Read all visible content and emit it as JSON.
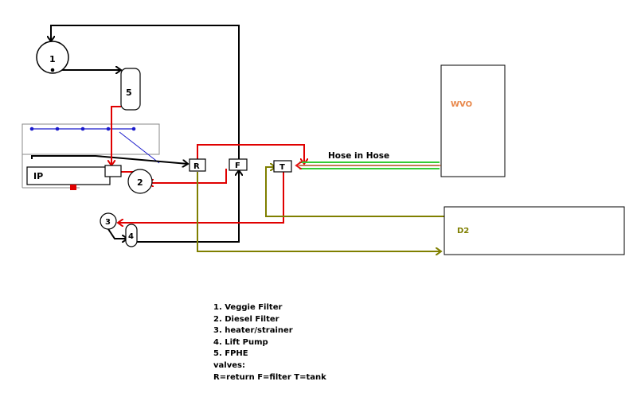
{
  "labels": {
    "component_1": "1",
    "component_2": "2",
    "component_3": "3",
    "component_4": "4",
    "component_5": "5",
    "injection_pump": "IP",
    "valve_return": "R",
    "valve_filter": "F",
    "valve_tank": "T",
    "hose_in_hose": "Hose in Hose",
    "wvo_tank": "WVO",
    "d2_tank": "D2"
  },
  "legend": [
    "1.  Veggie Filter",
    "2.  Diesel Filter",
    "3.  heater/strainer",
    "4.  Lift Pump",
    "5.  FPHE",
    "valves:",
    "R=return F=filter T=tank"
  ],
  "colors": {
    "veggie_line": "#000000",
    "diesel_line": "#e00000",
    "return_line": "#7f7f00",
    "hose_green": "#33cc33",
    "wvo_label": "#e8874a",
    "injector_blue": "#1a1acc"
  }
}
